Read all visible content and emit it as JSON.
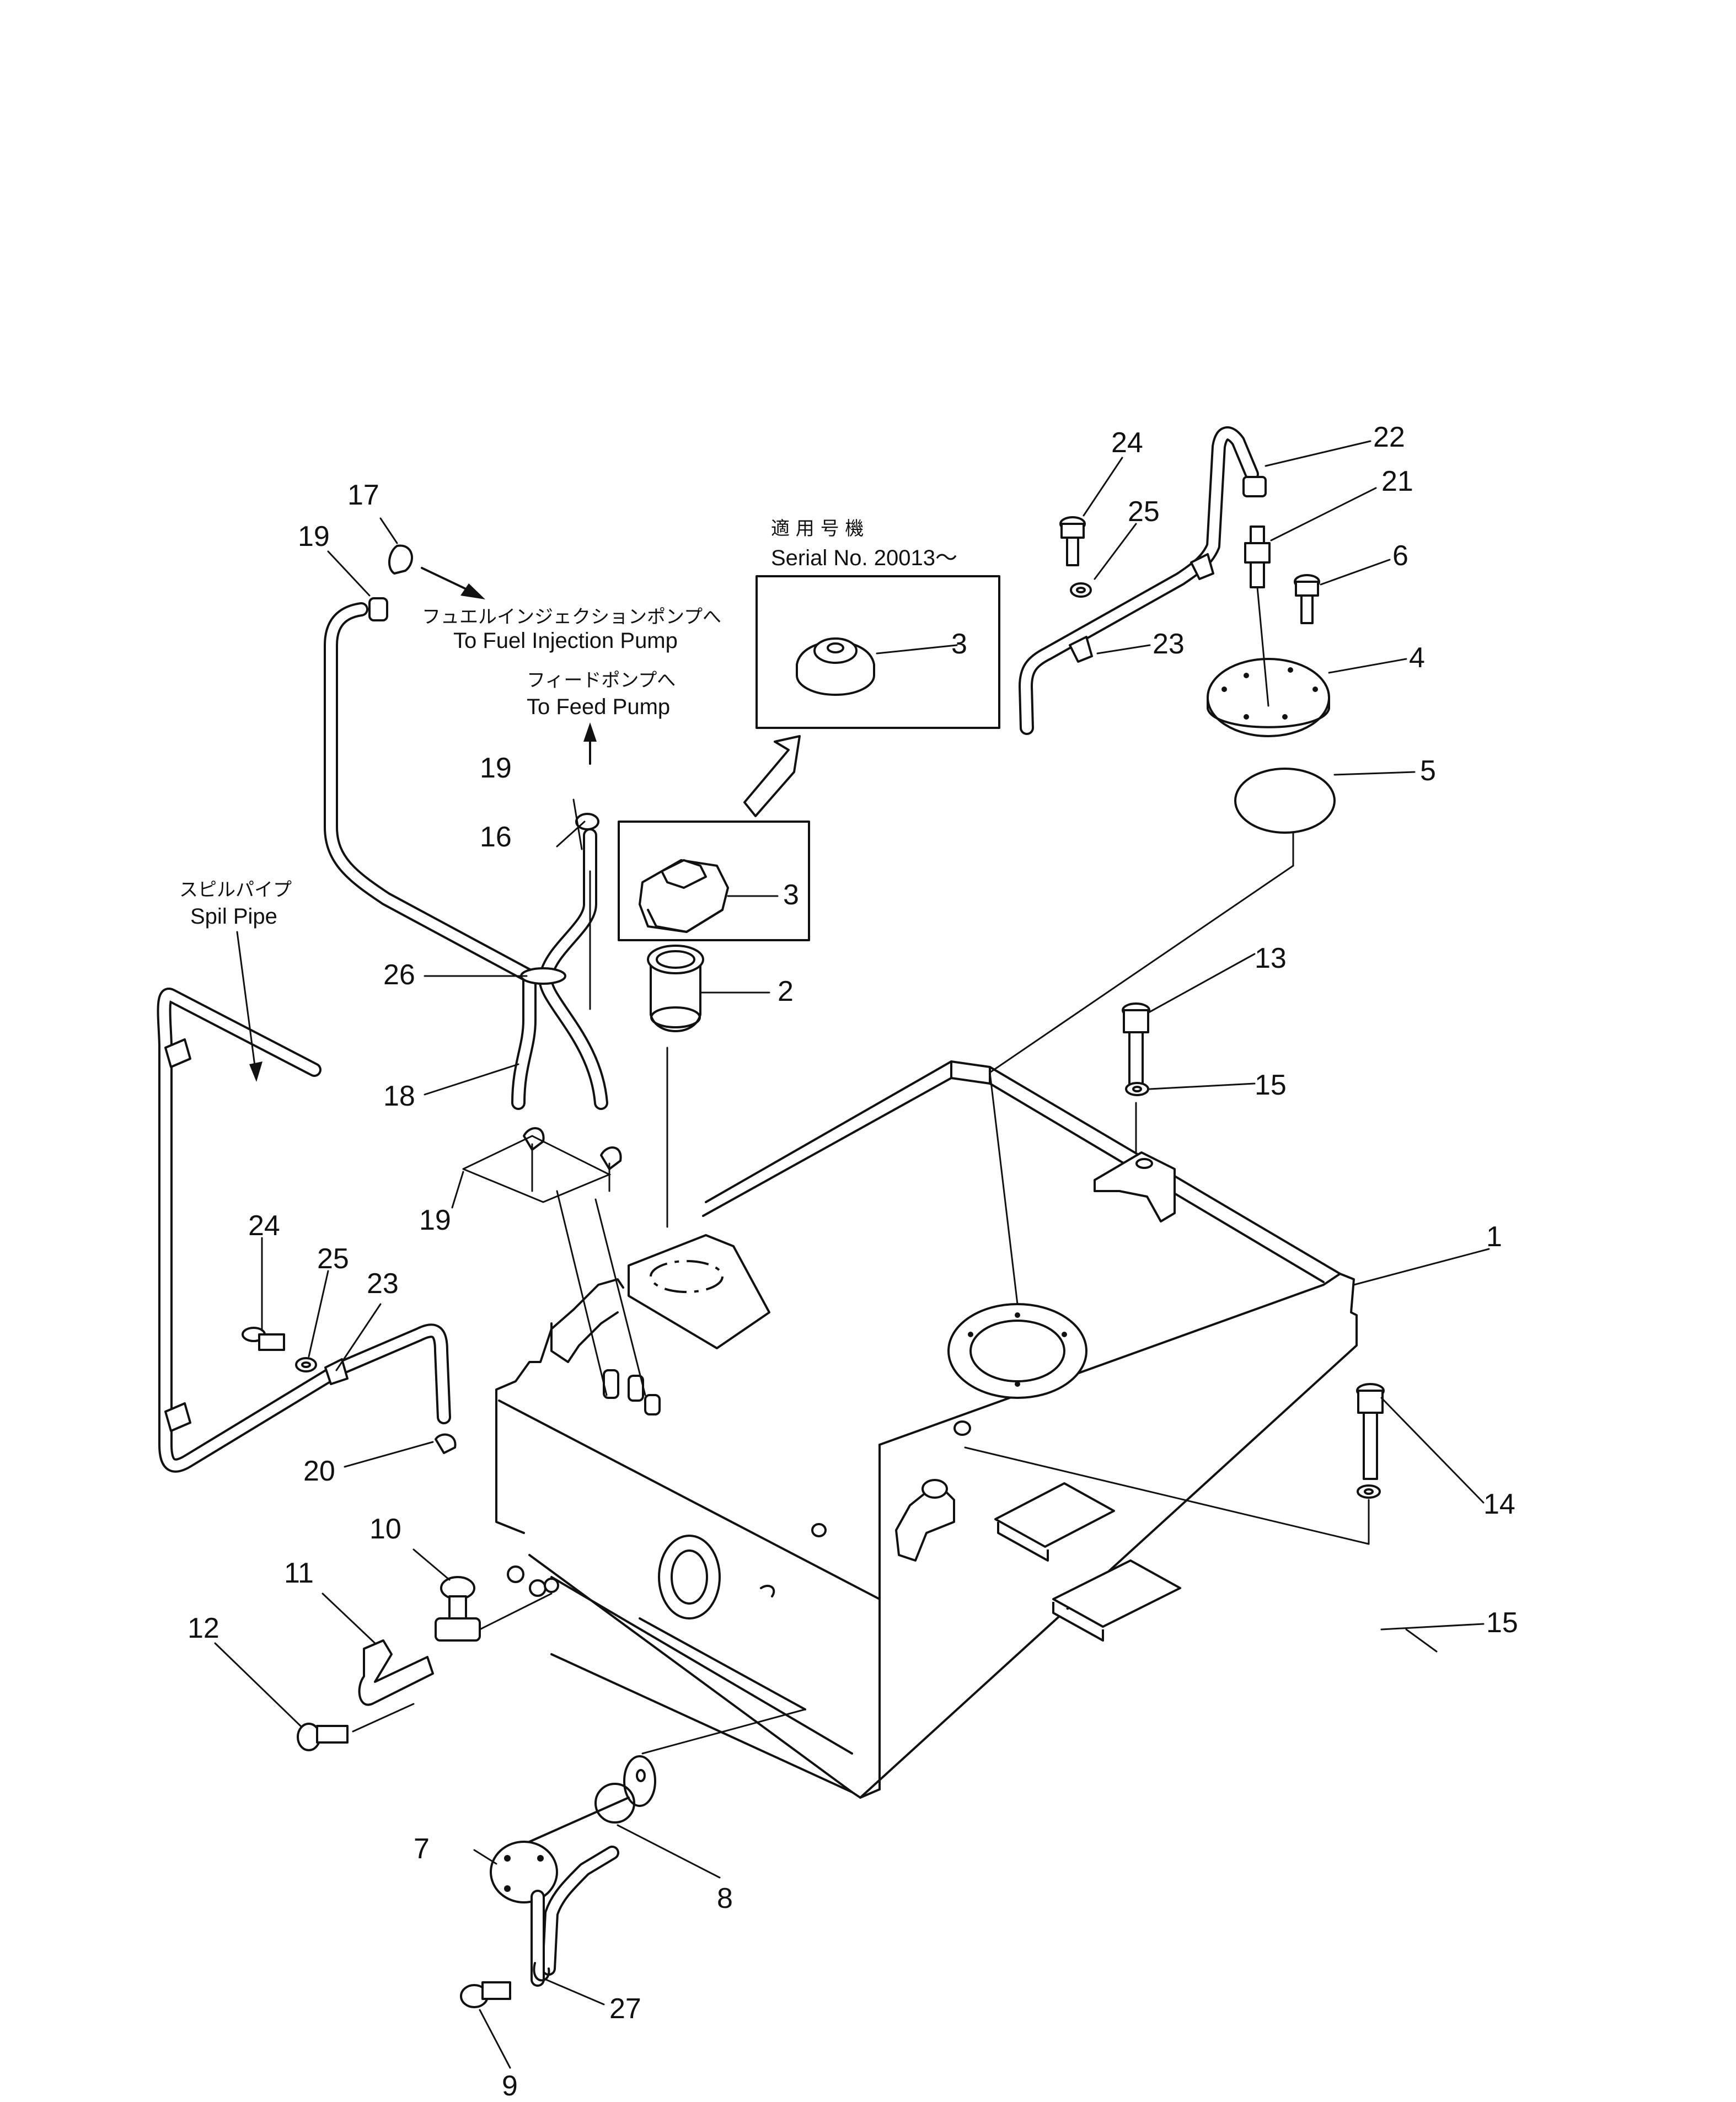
{
  "notes": {
    "applicable_jp": "適 用 号 機",
    "applicable_en": "Serial No. 20013～",
    "fuel_pump_jp": "フュエルインジェクションポンプへ",
    "fuel_pump_en": "To Fuel Injection Pump",
    "feed_pump_jp": "フィードポンプへ",
    "feed_pump_en": "To Feed Pump",
    "spill_jp": "スピルパイプ",
    "spill_en": "Spil Pipe"
  },
  "callouts": {
    "c1": "1",
    "c2": "2",
    "c3a": "3",
    "c3b": "3",
    "c4": "4",
    "c5": "5",
    "c6": "6",
    "c7": "7",
    "c8": "8",
    "c9": "9",
    "c10": "10",
    "c11": "11",
    "c12": "12",
    "c13": "13",
    "c14": "14",
    "c15a": "15",
    "c15b": "15",
    "c16": "16",
    "c17": "17",
    "c18": "18",
    "c19a": "19",
    "c19b": "19",
    "c19c": "19",
    "c20": "20",
    "c21": "21",
    "c22": "22",
    "c23a": "23",
    "c23b": "23",
    "c24a": "24",
    "c24b": "24",
    "c25a": "25",
    "c25b": "25",
    "c26": "26",
    "c27": "27"
  }
}
